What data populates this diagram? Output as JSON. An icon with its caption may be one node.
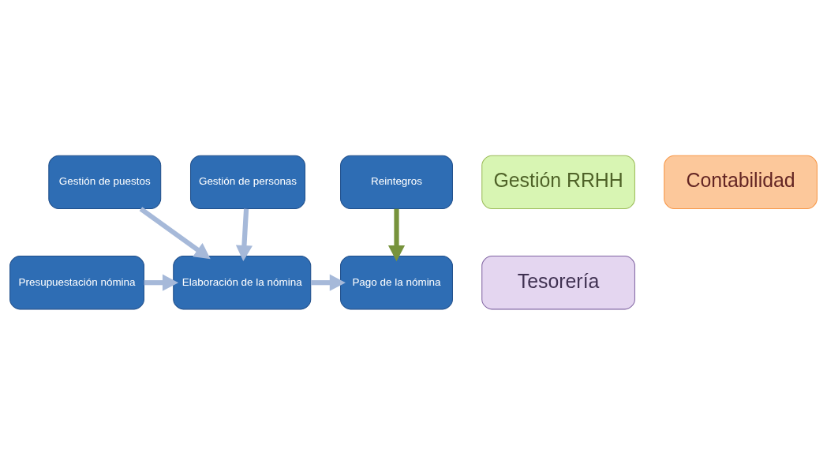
{
  "diagram": {
    "nodes": [
      {
        "text": [
          "Gestión de puestos"
        ]
      },
      {
        "text": [
          "Gestión de personas"
        ]
      },
      {
        "text": [
          "Gestión RRHH"
        ]
      },
      {
        "text": [
          "Presupuestación nómina"
        ]
      },
      {
        "text": [
          "Elaboración de la nómina"
        ]
      },
      {
        "text": [
          "Pago de la nómina"
        ]
      },
      {
        "text": [
          "Tesorería"
        ]
      },
      {
        "text": [
          "Contabilidad"
        ]
      },
      {
        "text": [
          "Reintegros"
        ]
      }
    ],
    "edges": [
      {
        "from": 0,
        "to": 4,
        "arrow": "to"
      },
      {
        "from": 1,
        "to": 4,
        "arrow": "to"
      },
      {
        "from": 3,
        "to": 4,
        "arrow": "to"
      },
      {
        "from": 4,
        "to": 5,
        "arrow": "to"
      },
      {
        "from": 8,
        "to": 5,
        "arrow": "to",
        "color": "#77933c"
      }
    ]
  }
}
